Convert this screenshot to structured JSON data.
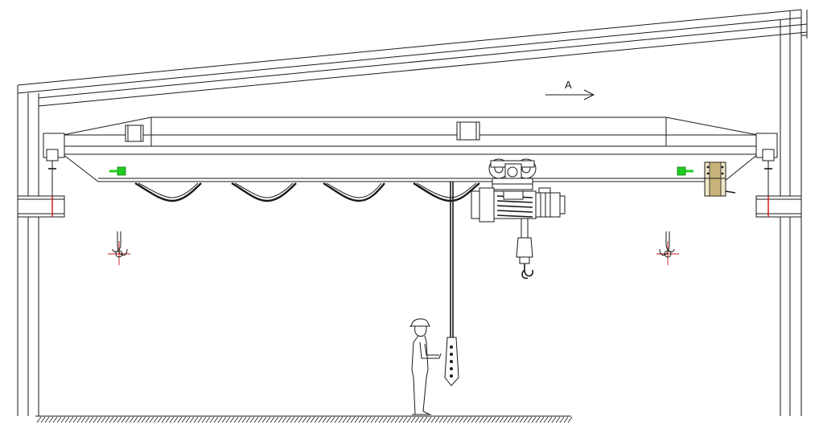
{
  "drawing": {
    "direction_label": "A",
    "colors": {
      "line": "#1a1a1a",
      "bumper": "#22cc22",
      "marker": "#cc1111",
      "rail_red": "#cc1111",
      "limit_box": "#c8b47a"
    },
    "components": [
      "building-frame",
      "roof-truss",
      "crane-main-girder",
      "end-carriage-left",
      "end-carriage-right",
      "runway-beam-left",
      "runway-beam-right",
      "festoon-cable",
      "electric-hoist",
      "hook-block",
      "pendant-control",
      "operator",
      "ground"
    ]
  }
}
